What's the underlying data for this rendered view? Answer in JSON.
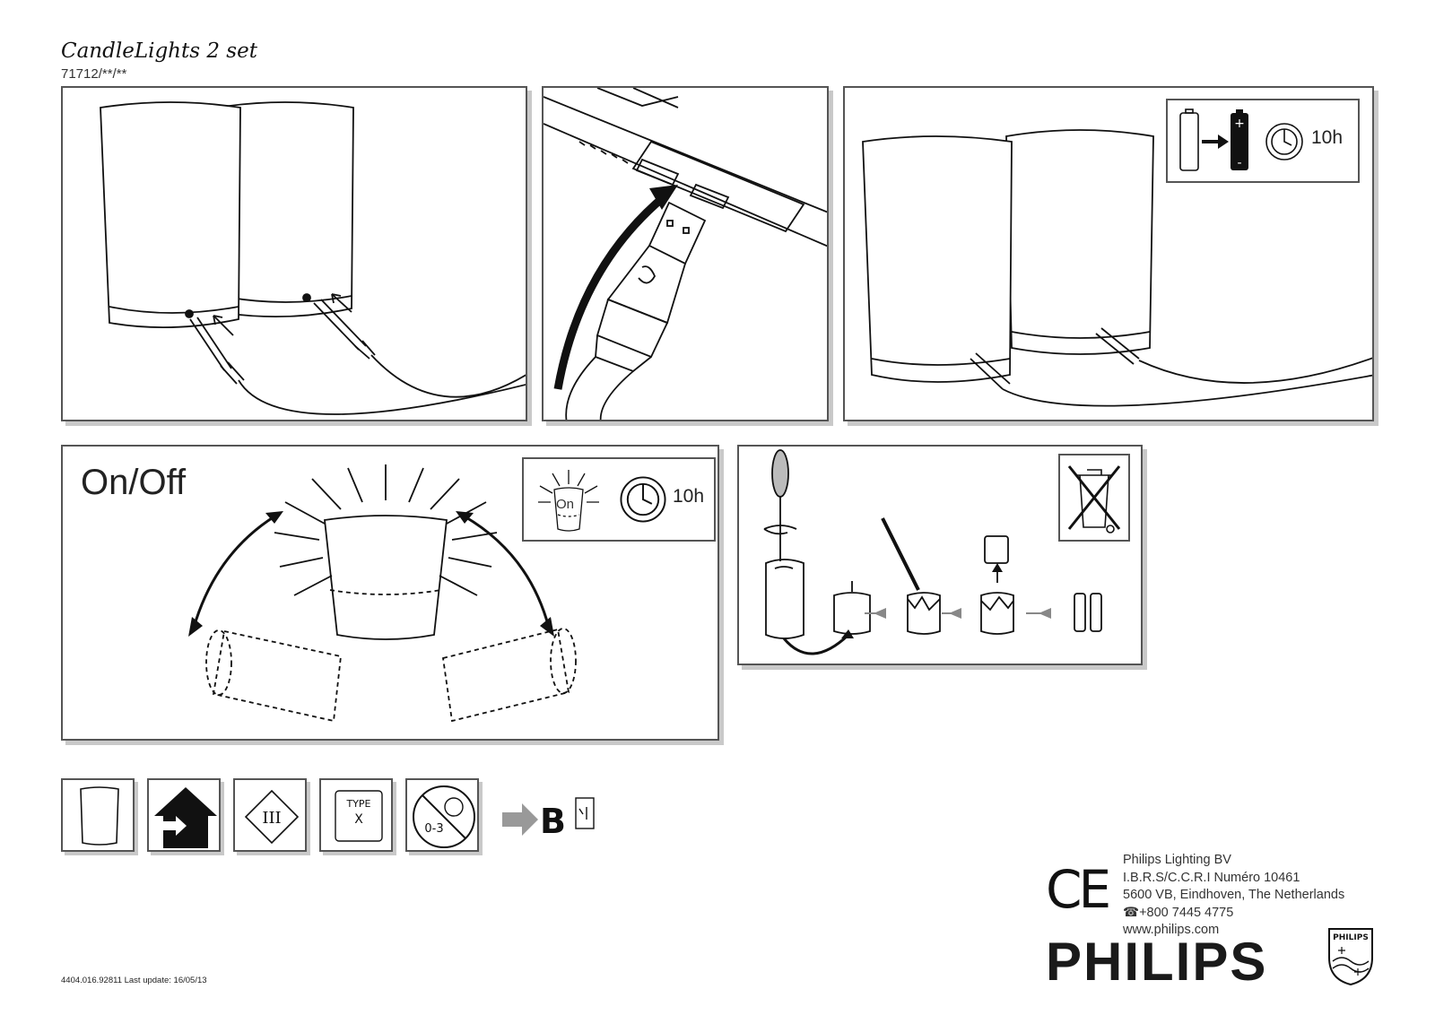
{
  "document": {
    "title": "CandleLights 2 set",
    "model": "71712/**/**"
  },
  "panels": {
    "onoff_label": "On/Off",
    "timer_top": "10h",
    "timer_onoff": "10h",
    "candle_on_label": "On"
  },
  "icons": {
    "type_label": "TYPE",
    "type_mark": "X",
    "class_label": "III",
    "age_label": "0-3",
    "section_ref": "B"
  },
  "company": {
    "name": "Philips Lighting BV",
    "registry": "I.B.R.S/C.C.R.I Numéro 10461",
    "address": "5600 VB, Eindhoven, The Netherlands",
    "phone": "+800 7445 4775",
    "web": "www.philips.com",
    "brand": "PHILIPS",
    "shield_text": "PHILIPS",
    "ce_mark": "CE"
  },
  "footer": {
    "doc_code": "4404.016.92811 Last update: 16/05/13"
  }
}
